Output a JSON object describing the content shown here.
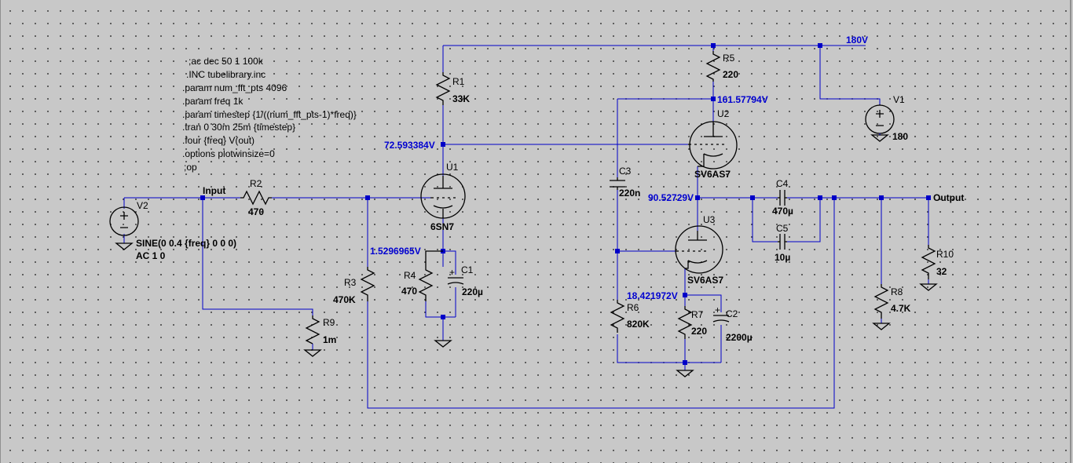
{
  "directives": [
    ";ac dec 50 1 100k",
    ".INC tubelibrary.inc",
    ".param num_fft_pts 4096",
    ".param freq 1k",
    ".param timestep {1/((num_fft_pts-1)*freq)}",
    ".tran 0 30m 25m {timestep}",
    ".four {freq} V(out)",
    ".options plotwinsize=0",
    ";op"
  ],
  "nets": {
    "supply": "180V",
    "input": "Input",
    "output": "Output"
  },
  "node_voltages": {
    "u1_plate": "72.593384V",
    "u1_cathode": "1.5296965V",
    "u2_plate": "161.57794V",
    "mid": "90.52729V",
    "u3_cathode": "18.421972V"
  },
  "components": {
    "R1": {
      "name": "R1",
      "value": "33K"
    },
    "R2": {
      "name": "R2",
      "value": "470"
    },
    "R3": {
      "name": "R3",
      "value": "470K"
    },
    "R4": {
      "name": "R4",
      "value": "470"
    },
    "R5": {
      "name": "R5",
      "value": "220"
    },
    "R6": {
      "name": "R6",
      "value": "820K"
    },
    "R7": {
      "name": "R7",
      "value": "220"
    },
    "R8": {
      "name": "R8",
      "value": "4.7K"
    },
    "R9": {
      "name": "R9",
      "value": "1m"
    },
    "R10": {
      "name": "R10",
      "value": "32"
    },
    "C1": {
      "name": "C1",
      "value": "220µ"
    },
    "C2": {
      "name": "C2",
      "value": "2200µ"
    },
    "C3": {
      "name": "C3",
      "value": "220n"
    },
    "C4": {
      "name": "C4",
      "value": "470µ"
    },
    "C5": {
      "name": "C5",
      "value": "10µ"
    },
    "U1": {
      "name": "U1",
      "value": "6SN7"
    },
    "U2": {
      "name": "U2",
      "value": "SV6AS7"
    },
    "U3": {
      "name": "U3",
      "value": "SV6AS7"
    },
    "V1": {
      "name": "V1",
      "value": "180"
    },
    "V2": {
      "name": "V2",
      "value": "SINE(0 0.4 {freq} 0 0 0)",
      "extra": "AC 1 0"
    }
  }
}
